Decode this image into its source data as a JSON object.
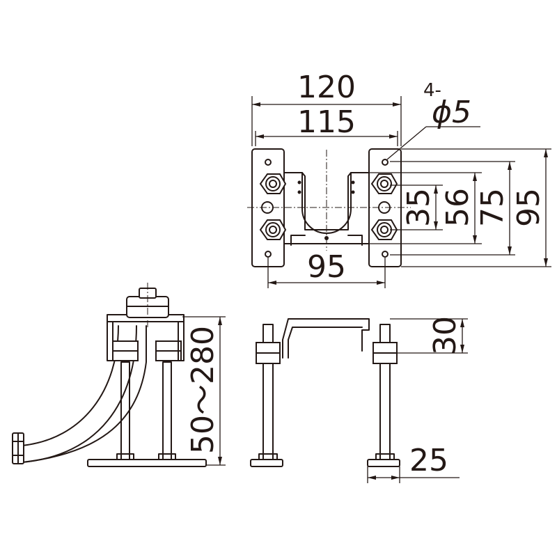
{
  "drawing": {
    "ink_color": "#231815",
    "background_color": "#ffffff",
    "top_view": {
      "dim_overall_width": "120",
      "dim_hole_pitch_width": "115",
      "dim_bottom_width": "95",
      "hole_note_count": "4-",
      "hole_note_diameter": "ϕ5",
      "dim_v_35": "35",
      "dim_v_56": "56",
      "dim_v_75": "75",
      "dim_v_95": "95"
    },
    "front_view": {
      "dim_height_range": "50～280"
    },
    "side_view": {
      "dim_bracket_height": "30",
      "dim_foot_width": "25"
    }
  }
}
